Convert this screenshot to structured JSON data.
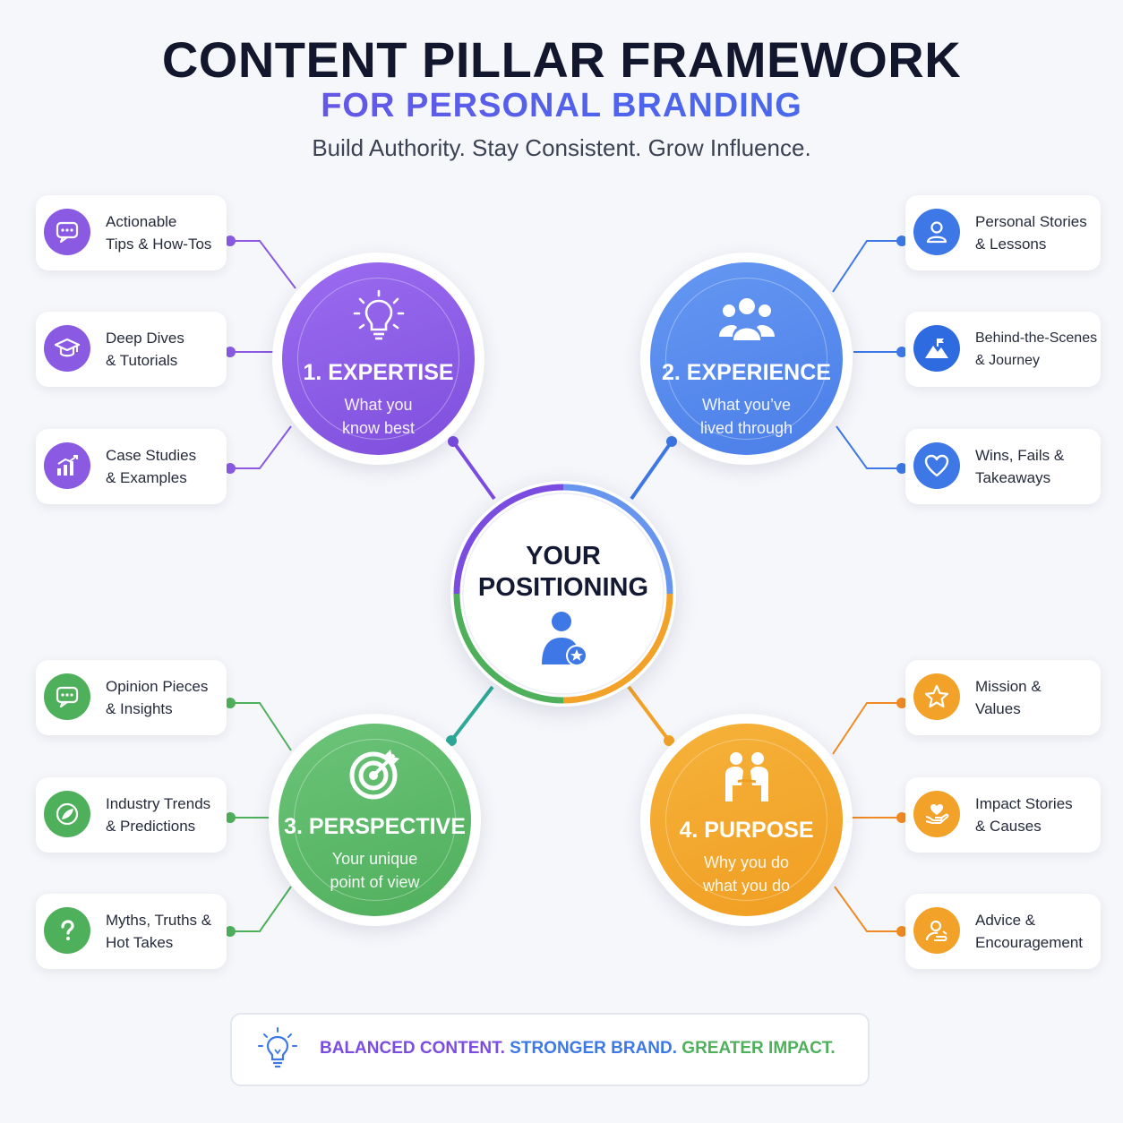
{
  "header": {
    "title": "CONTENT PILLAR FRAMEWORK",
    "subtitle": "FOR PERSONAL BRANDING",
    "tagline": "Build Authority. Stay Consistent. Grow Influence."
  },
  "center": {
    "line1": "YOUR",
    "line2": "POSITIONING",
    "icon": "user-star-icon"
  },
  "pillars": [
    {
      "title": "1. EXPERTISE",
      "desc1": "What you",
      "desc2": "know best",
      "color": "#8a5ae3",
      "icon": "lightbulb-icon"
    },
    {
      "title": "2. EXPERIENCE",
      "desc1": "What you’ve",
      "desc2": "lived through",
      "color": "#4f86ec",
      "icon": "group-icon"
    },
    {
      "title": "3. PERSPECTIVE",
      "desc1": "Your unique",
      "desc2": "point of view",
      "color": "#58b765",
      "icon": "target-icon"
    },
    {
      "title": "4. PURPOSE",
      "desc1": "Why you do",
      "desc2": "what you do",
      "color": "#f2a52a",
      "icon": "helping-people-icon"
    }
  ],
  "cards": {
    "expertise": [
      {
        "line1": "Actionable",
        "line2": "Tips & How-Tos",
        "icon": "chat-bubble-icon"
      },
      {
        "line1": "Deep Dives",
        "line2": "& Tutorials",
        "icon": "graduation-cap-icon"
      },
      {
        "line1": "Case Studies",
        "line2": "& Examples",
        "icon": "bar-chart-icon"
      }
    ],
    "experience": [
      {
        "line1": "Personal Stories",
        "line2": "& Lessons",
        "icon": "person-icon"
      },
      {
        "line1": "Behind-the-Scenes",
        "line2": "& Journey",
        "icon": "mountain-flag-icon"
      },
      {
        "line1": "Wins, Fails &",
        "line2": "Takeaways",
        "icon": "heart-icon"
      }
    ],
    "perspective": [
      {
        "line1": "Opinion Pieces",
        "line2": "& Insights",
        "icon": "speech-bubble-icon"
      },
      {
        "line1": "Industry Trends",
        "line2": "& Predictions",
        "icon": "trend-icon"
      },
      {
        "line1": "Myths, Truths &",
        "line2": "Hot Takes",
        "icon": "question-icon"
      }
    ],
    "purpose": [
      {
        "line1": "Mission &",
        "line2": "Values",
        "icon": "star-icon"
      },
      {
        "line1": "Impact Stories",
        "line2": "& Causes",
        "icon": "hand-heart-icon"
      },
      {
        "line1": "Advice &",
        "line2": "Encouragement",
        "icon": "mentor-icon"
      }
    ]
  },
  "footer": {
    "part1": "BALANCED CONTENT.",
    "part2": "STRONGER BRAND.",
    "part3": "GREATER IMPACT.",
    "icon": "lightbulb-icon"
  },
  "colors": {
    "expertise": "#8a5ae3",
    "experience": "#3d78e6",
    "perspective": "#4fb05c",
    "purpose": "#f2a229",
    "title": "#12172e"
  }
}
